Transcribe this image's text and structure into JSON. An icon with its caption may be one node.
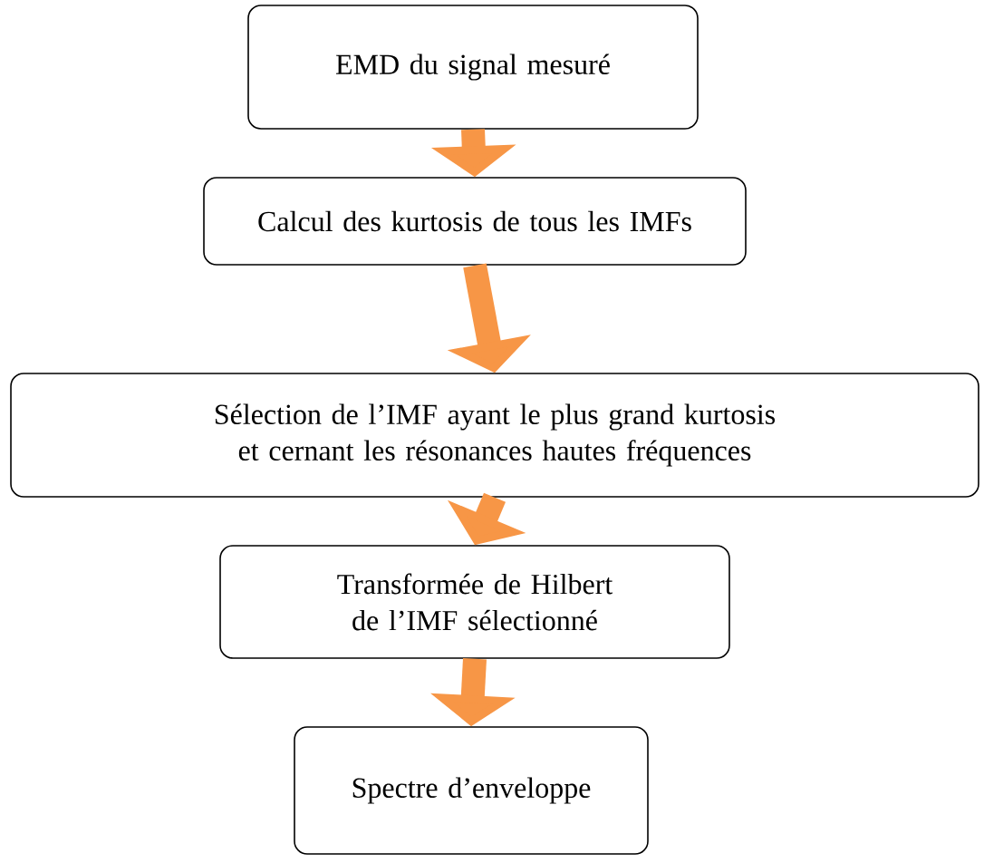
{
  "diagram": {
    "nodes": [
      {
        "text": [
          "EMD du signal mesuré"
        ]
      },
      {
        "text": [
          "Calcul des kurtosis de tous les IMFs"
        ]
      },
      {
        "text": [
          "Sélection de l’IMF ayant le plus grand kurtosis et cernant les résonances hautes fréquences"
        ]
      },
      {
        "text": [
          "Transformée de Hilbert de l’IMF sélectionné"
        ]
      },
      {
        "text": [
          "Spectre d’enveloppe"
        ]
      }
    ],
    "edges": [
      {
        "from": 0,
        "to": 1,
        "arrow": "to"
      },
      {
        "from": 1,
        "to": 2,
        "arrow": "to"
      },
      {
        "from": 2,
        "to": 3,
        "arrow": "to"
      },
      {
        "from": 3,
        "to": 4,
        "arrow": "to"
      }
    ]
  }
}
